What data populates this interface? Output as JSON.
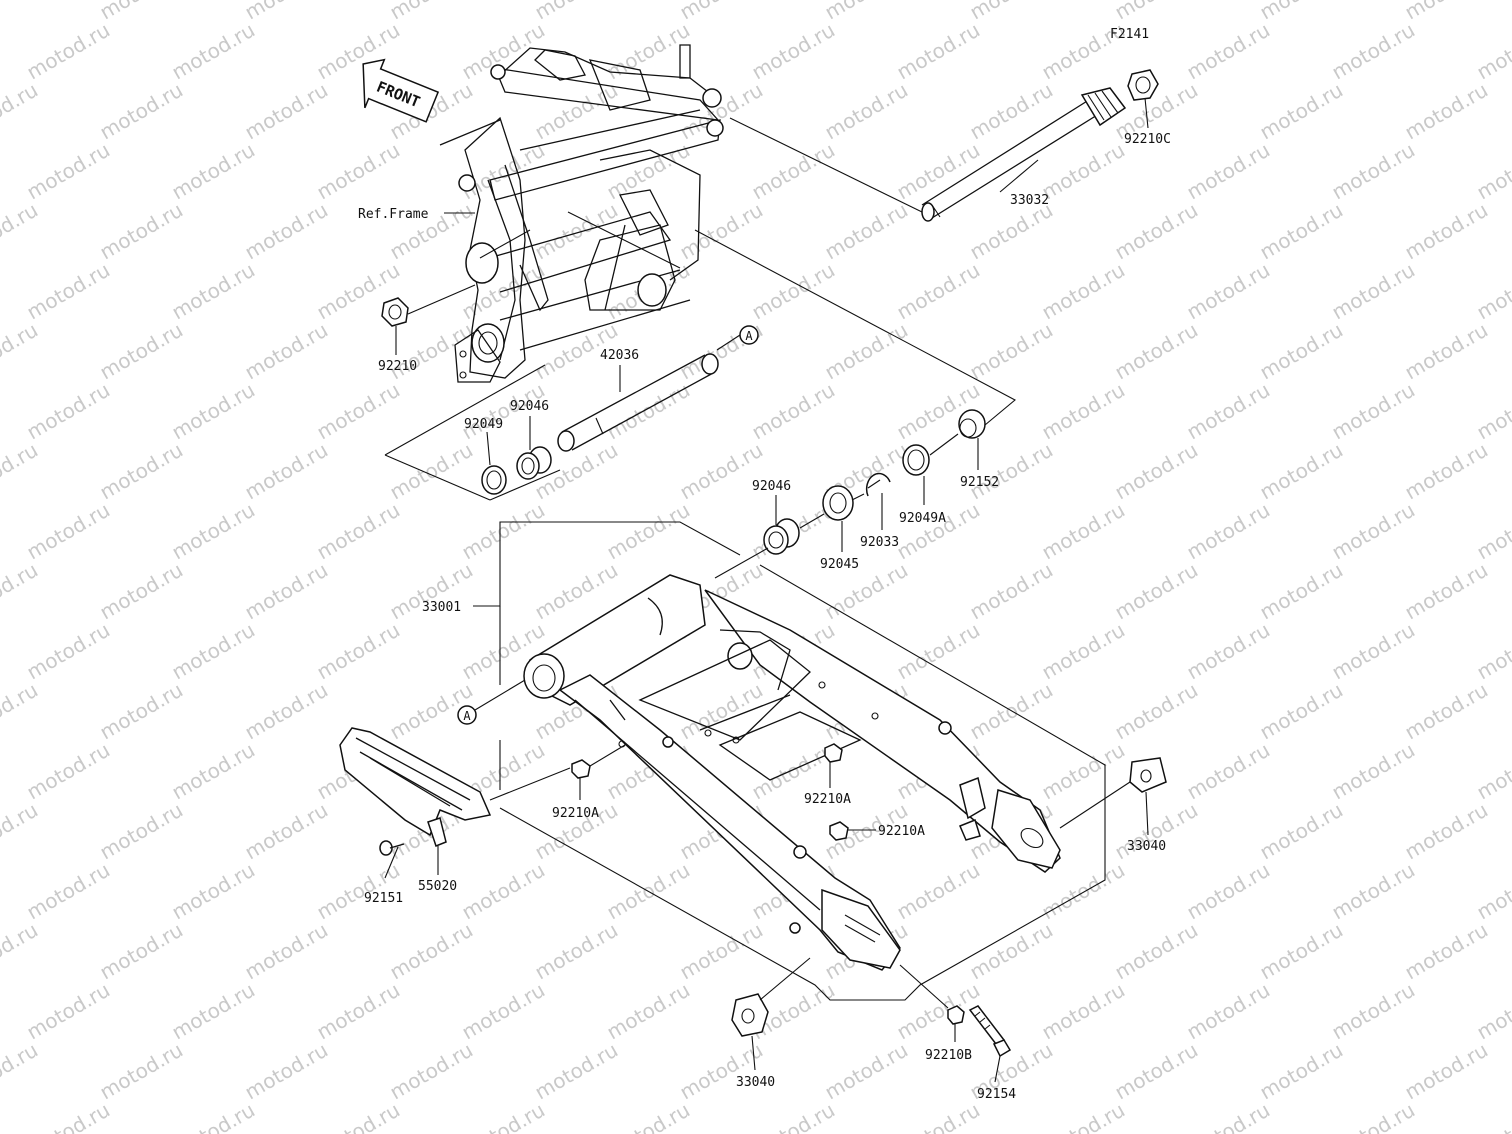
{
  "diagram": {
    "ref": "F2141",
    "front_label": "FRONT",
    "ref_frame": "Ref.Frame",
    "callout_a": "A",
    "watermark": "motod.ru",
    "parts": {
      "p33032": "33032",
      "p92210C": "92210C",
      "p92210": "92210",
      "p42036": "42036",
      "p92046_top": "92046",
      "p92049": "92049",
      "p92046": "92046",
      "p92045": "92045",
      "p92033": "92033",
      "p92049A": "92049A",
      "p92152": "92152",
      "p33001": "33001",
      "p92210A_left": "92210A",
      "p92210A_mid": "92210A",
      "p92210A_right": "92210A",
      "p55020": "55020",
      "p92151": "92151",
      "p33040_right": "33040",
      "p33040_bottom": "33040",
      "p92210B": "92210B",
      "p92154": "92154"
    }
  }
}
